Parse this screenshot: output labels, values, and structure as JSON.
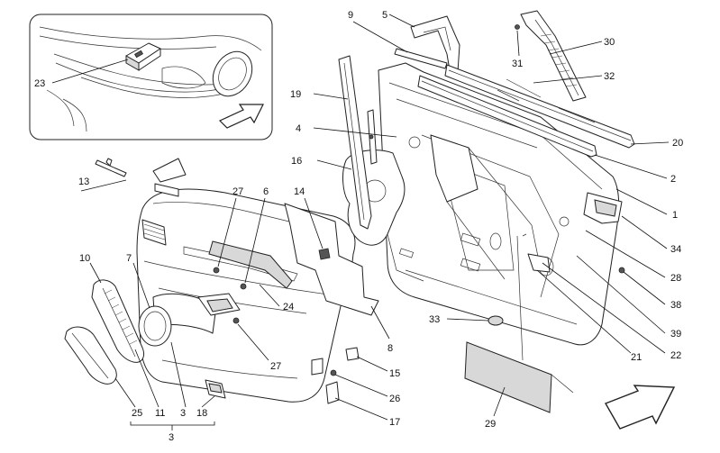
{
  "diagram": {
    "callouts": {
      "n1": "1",
      "n2": "2",
      "n3": "3",
      "n4": "4",
      "n5": "5",
      "n6": "6",
      "n7": "7",
      "n8": "8",
      "n9": "9",
      "n10": "10",
      "n11": "11",
      "n13": "13",
      "n14": "14",
      "n15": "15",
      "n16": "16",
      "n17": "17",
      "n18": "18",
      "n19": "19",
      "n20": "20",
      "n21": "21",
      "n22": "22",
      "n23": "23",
      "n24": "24",
      "n25": "25",
      "n26": "26",
      "n27a": "27",
      "n27b": "27",
      "n28": "28",
      "n29": "29",
      "n30": "30",
      "n31": "31",
      "n32": "32",
      "n33": "33",
      "n34": "34",
      "n38": "38",
      "n39": "39"
    },
    "icons": [
      "forward-arrow-icon",
      "forward-arrow-icon"
    ]
  }
}
